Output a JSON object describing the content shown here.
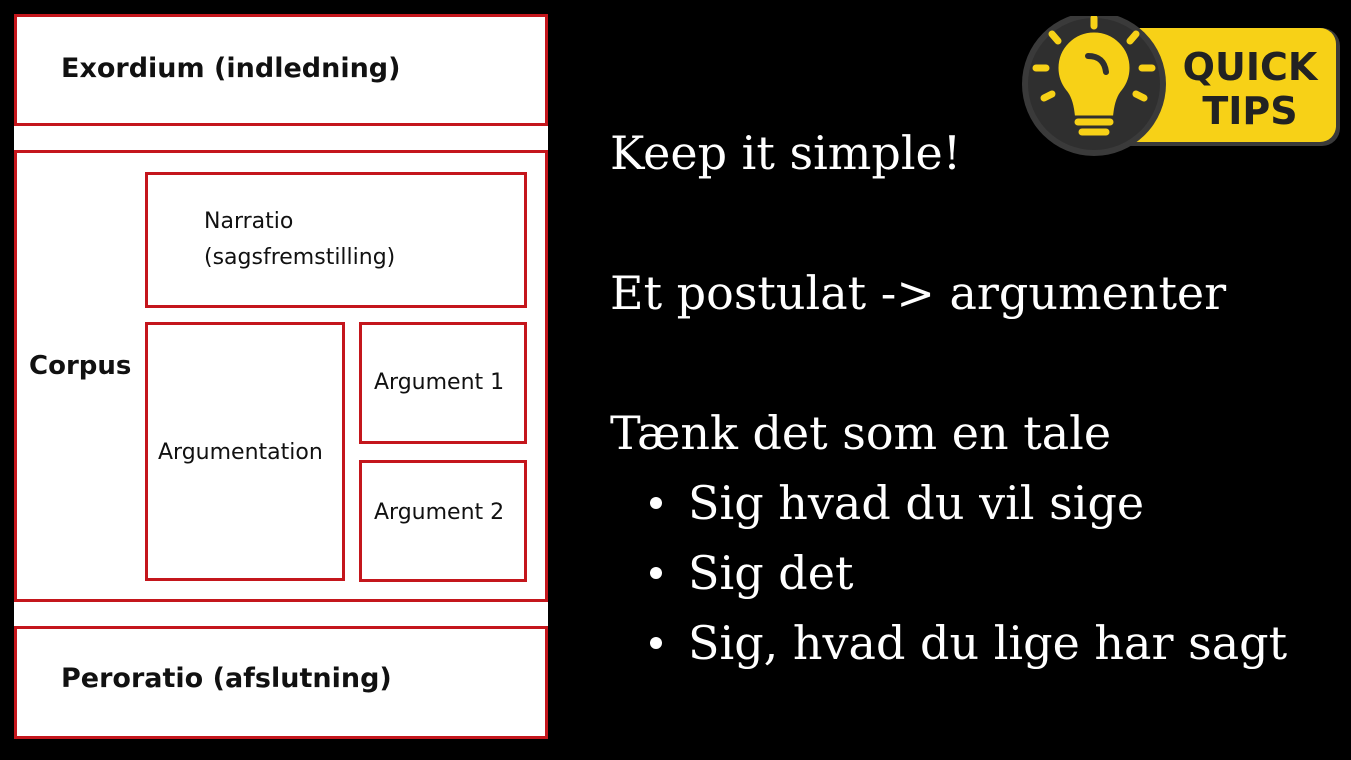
{
  "diagram": {
    "exordium": "Exordium (indledning)",
    "corpus": "Corpus",
    "narratio_line1": "Narratio",
    "narratio_line2": "(sagsfremstilling)",
    "argumentation": "Argumentation",
    "argument1": "Argument 1",
    "argument2": "Argument 2",
    "peroratio": "Peroratio (afslutning)",
    "border_color": "#c4161c"
  },
  "badge": {
    "line1": "QUICK",
    "line2": "TIPS",
    "icon": "lightbulb-icon",
    "accent": "#f7d117"
  },
  "tips": {
    "line1": "Keep it simple!",
    "line2": "Et postulat -> argumenter",
    "line3": "Tænk det som en tale",
    "bullets": [
      "Sig hvad du vil sige",
      "Sig det",
      "Sig, hvad du lige har sagt"
    ]
  }
}
